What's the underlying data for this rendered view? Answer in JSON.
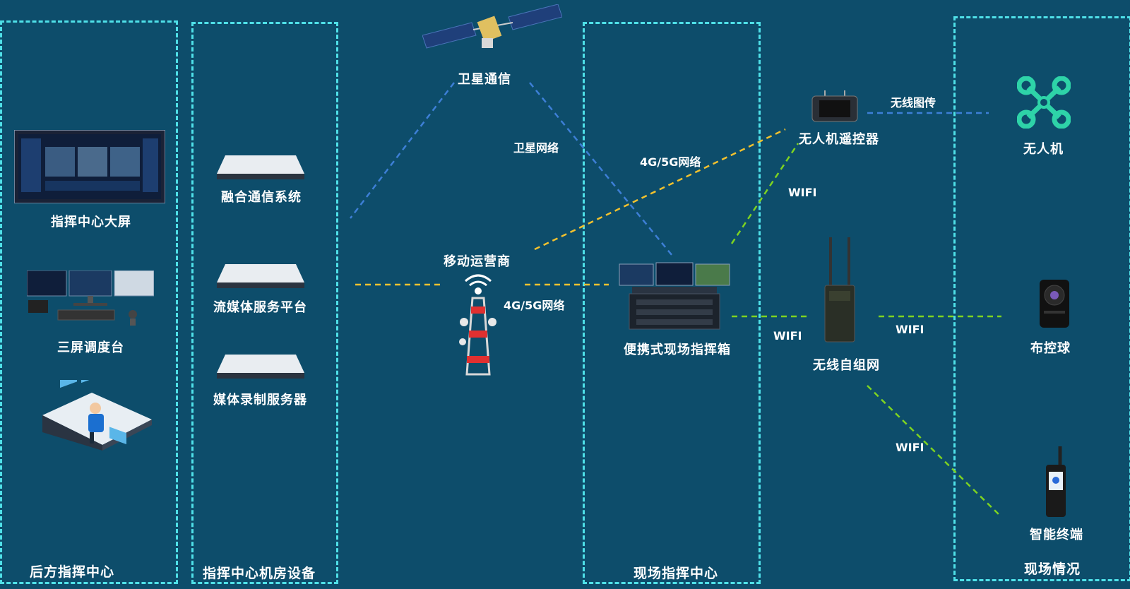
{
  "zones": {
    "rear_center": "后方指挥中心",
    "server_room": "指挥中心机房设备",
    "field_center": "现场指挥中心",
    "field_situation": "现场情况"
  },
  "devices": {
    "big_screen": "指挥中心大屏",
    "dispatch_desk": "三屏调度台",
    "fusion_comm": "融合通信系统",
    "streaming": "流媒体服务平台",
    "recording": "媒体录制服务器",
    "satellite": "卫星通信",
    "mobile_operator": "移动运营商",
    "portable_box": "便携式现场指挥箱",
    "drone_controller": "无人机遥控器",
    "drone": "无人机",
    "mesh": "无线自组网",
    "ptz_ball": "布控球",
    "smart_terminal": "智能终端"
  },
  "links": {
    "satellite_network": "卫星网络",
    "network_4g5g_upper": "4G/5G网络",
    "network_4g5g_lower": "4G/5G网络",
    "wireless_video": "无线图传",
    "wifi_controller": "WIFI",
    "wifi_mesh": "WIFI",
    "wifi_ptz": "WIFI",
    "wifi_terminal": "WIFI"
  },
  "colors": {
    "background": "#0d4d6b",
    "zone_border": "#4fe0e8",
    "satellite_link": "#3d7fd6",
    "cellular_link": "#f2c12e",
    "wifi_link": "#7ed321"
  }
}
